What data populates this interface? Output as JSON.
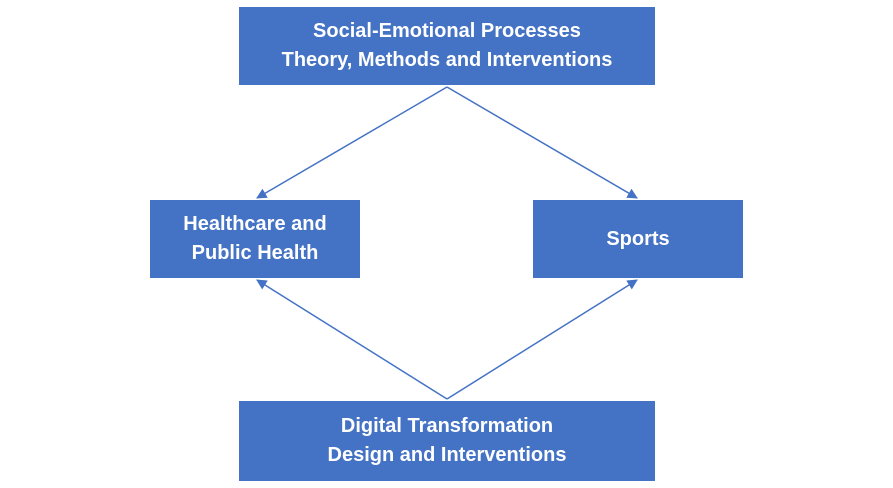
{
  "nodes": {
    "top": {
      "line1": "Social-Emotional Processes",
      "line2": "Theory, Methods and Interventions"
    },
    "left": {
      "line1": "Healthcare and",
      "line2": "Public Health"
    },
    "right": {
      "line1": "Sports"
    },
    "bottom": {
      "line1": "Digital Transformation",
      "line2": "Design and Interventions"
    }
  },
  "colors": {
    "box_fill": "#4472c4",
    "box_text": "#ffffff",
    "arrow": "#4472c4"
  },
  "edges": [
    {
      "from": "top",
      "to": "left"
    },
    {
      "from": "top",
      "to": "right"
    },
    {
      "from": "bottom",
      "to": "left"
    },
    {
      "from": "bottom",
      "to": "right"
    }
  ]
}
